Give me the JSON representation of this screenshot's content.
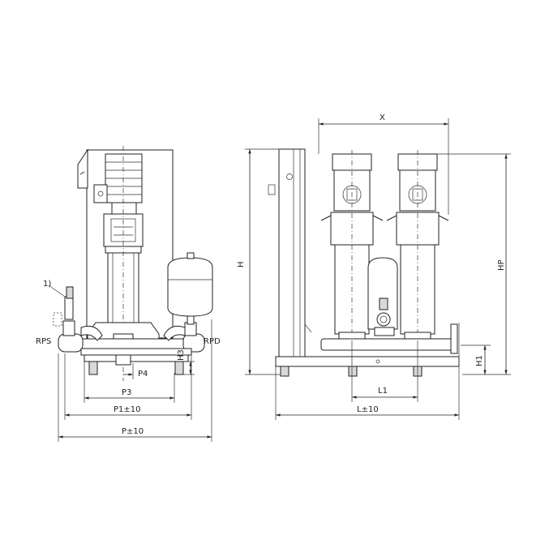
{
  "labels": {
    "note": "1)",
    "rps": "RPS",
    "rpd": "RPD",
    "p4": "P4",
    "p3": "P3",
    "h3": "H3",
    "p1": "P1±10",
    "p": "P±10",
    "x": "X",
    "h": "H",
    "hp": "HP",
    "h1": "H1",
    "l1": "L1",
    "l": "L±10"
  },
  "colors": {
    "line": "#222222",
    "fill_gray": "#d9d9d9",
    "fill_dark": "#6b6b6b"
  }
}
